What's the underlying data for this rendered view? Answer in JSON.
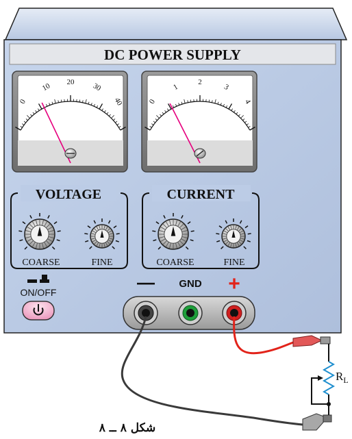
{
  "device": {
    "title": "DC POWER SUPPLY",
    "voltage_meter": {
      "ticks": [
        "0",
        "10",
        "20",
        "30",
        "40"
      ],
      "reading": 11
    },
    "current_meter": {
      "ticks": [
        "0",
        "1",
        "2",
        "3",
        "4"
      ],
      "reading": 1.05
    },
    "voltage_group": {
      "title": "VOLTAGE",
      "coarse": "COARSE",
      "fine": "FINE"
    },
    "current_group": {
      "title": "CURRENT",
      "coarse": "COARSE",
      "fine": "FINE"
    },
    "switch": {
      "label": "ON/OFF",
      "icon": "power-icon"
    },
    "terminals": {
      "minus": "—",
      "gnd": "GND",
      "plus": "+"
    }
  },
  "load": {
    "label": "R",
    "subscript": "L"
  },
  "caption": "شکل ۸ ــ ۸",
  "colors": {
    "needle": "#e6007e",
    "plus": "#e2231a",
    "panel": "#b9cbe6",
    "wire_red": "#e2231a",
    "wire_black": "#3a3a3a",
    "resistor": "#1f8fcf",
    "clip_red": "#e25858"
  }
}
